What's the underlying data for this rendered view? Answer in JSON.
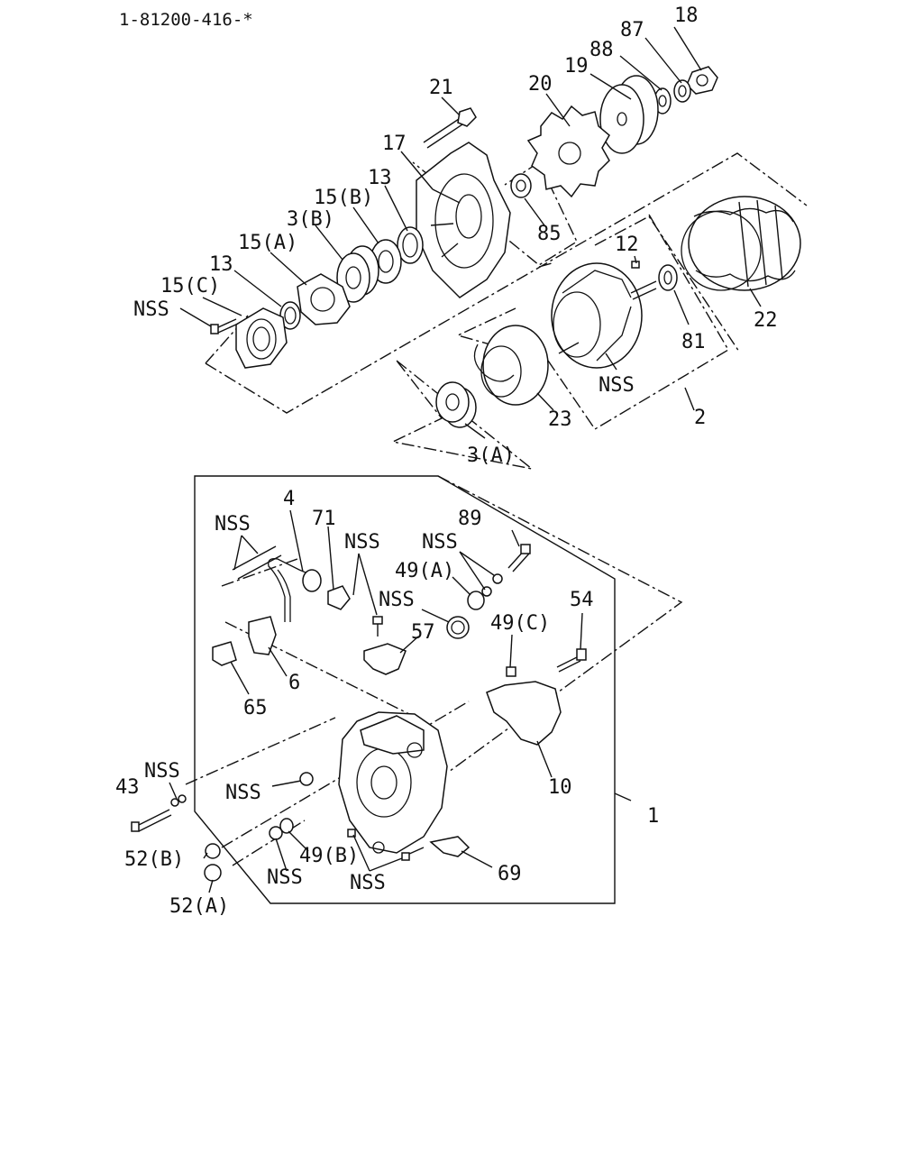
{
  "document": {
    "part_number": "1-81200-416-*"
  },
  "labels": {
    "p18": "18",
    "p87": "87",
    "p88": "88",
    "p19": "19",
    "p20": "20",
    "p21": "21",
    "p17": "17",
    "p13a": "13",
    "p15b": "15(B)",
    "p3b": "3(B)",
    "p15a": "15(A)",
    "p13b": "13",
    "p15c": "15(C)",
    "nss1": "NSS",
    "p85": "85",
    "p12": "12",
    "p81": "81",
    "p22": "22",
    "nss2": "NSS",
    "p2": "2",
    "p23": "23",
    "p3a": "3(A)",
    "p4": "4",
    "p71": "71",
    "nss3": "NSS",
    "nss4": "NSS",
    "p89": "89",
    "nss5": "NSS",
    "p49a": "49(A)",
    "nss6": "NSS",
    "p57": "57",
    "p49c": "49(C)",
    "p54": "54",
    "p6": "6",
    "p65": "65",
    "p10": "10",
    "p1": "1",
    "p43": "43",
    "nss7": "NSS",
    "nss8": "NSS",
    "p52b": "52(B)",
    "p49b": "49(B)",
    "nss9": "NSS",
    "nss10": "NSS",
    "p69": "69",
    "p52a": "52(A)"
  }
}
